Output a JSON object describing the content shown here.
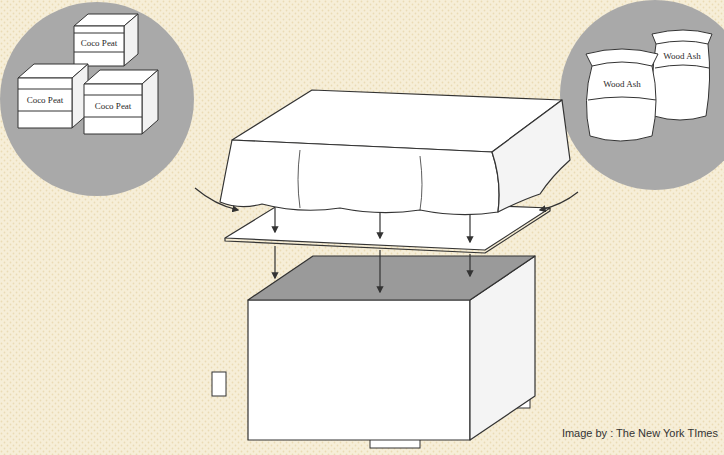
{
  "diagram": {
    "labels": [
      "Coco Peat",
      "Coco Peat",
      "Coco Peat",
      "Wood Ash",
      "Wood Ash",
      "Image by : The New York TImes"
    ]
  }
}
